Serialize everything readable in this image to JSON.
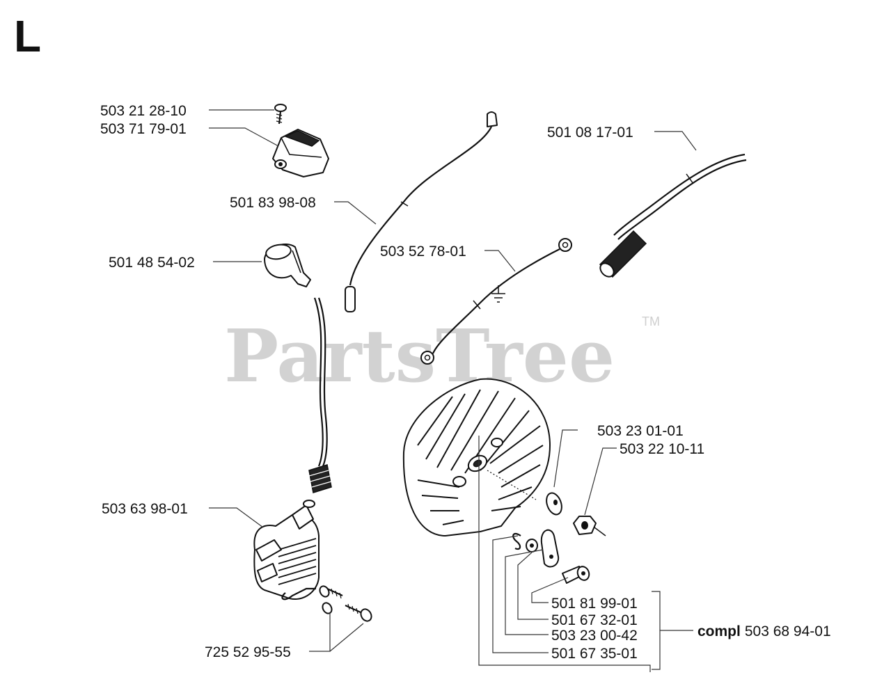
{
  "section": "L",
  "watermark": {
    "text": "PartsTree",
    "trademark": "TM"
  },
  "labels": {
    "screw_top": "503 21 28-10",
    "switch": "503 71 79-01",
    "cable_short": "501 83 98-08",
    "fuel_hose": "501 08 17-01",
    "spark_cap": "501 48 54-02",
    "ground_wire": "503 52 78-01",
    "washer_right": "503 23 01-01",
    "nut": "503 22 10-11",
    "ignition_coil": "503 63 98-01",
    "screws_coil": "725 52 95-55",
    "pawl_screw": "501 81 99-01",
    "washer_small": "501 67 32-01",
    "pawl": "503 23 00-42",
    "spring": "501 67 35-01",
    "compl_prefix": "compl",
    "compl_number": "503 68 94-01"
  }
}
